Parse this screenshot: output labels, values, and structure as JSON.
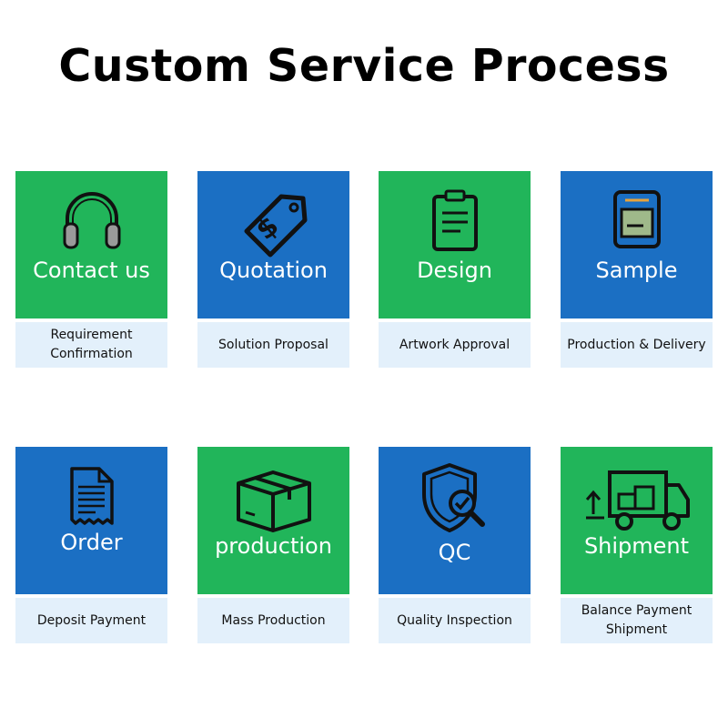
{
  "title": "Custom Service Process",
  "colors": {
    "green": "#21b55a",
    "blue": "#1b6fc3",
    "caption_bg": "#e3f0fb"
  },
  "steps": [
    {
      "label": "Contact us",
      "caption": "Requirement\nConfirmation",
      "icon": "headphones-icon",
      "color": "green"
    },
    {
      "label": "Quotation",
      "caption": "Solution Proposal",
      "icon": "price-tag-icon",
      "color": "blue"
    },
    {
      "label": "Design",
      "caption": "Artwork Approval",
      "icon": "clipboard-icon",
      "color": "green"
    },
    {
      "label": "Sample",
      "caption": "Production & Delivery",
      "icon": "sample-device-icon",
      "color": "blue"
    },
    {
      "label": "Order",
      "caption": "Deposit Payment",
      "icon": "receipt-icon",
      "color": "blue"
    },
    {
      "label": "production",
      "caption": "Mass Production",
      "icon": "box-icon",
      "color": "green"
    },
    {
      "label": "QC",
      "caption": "Quality Inspection",
      "icon": "shield-check-icon",
      "color": "blue"
    },
    {
      "label": "Shipment",
      "caption": "Balance Payment\nShipment",
      "icon": "truck-icon",
      "color": "green"
    }
  ]
}
